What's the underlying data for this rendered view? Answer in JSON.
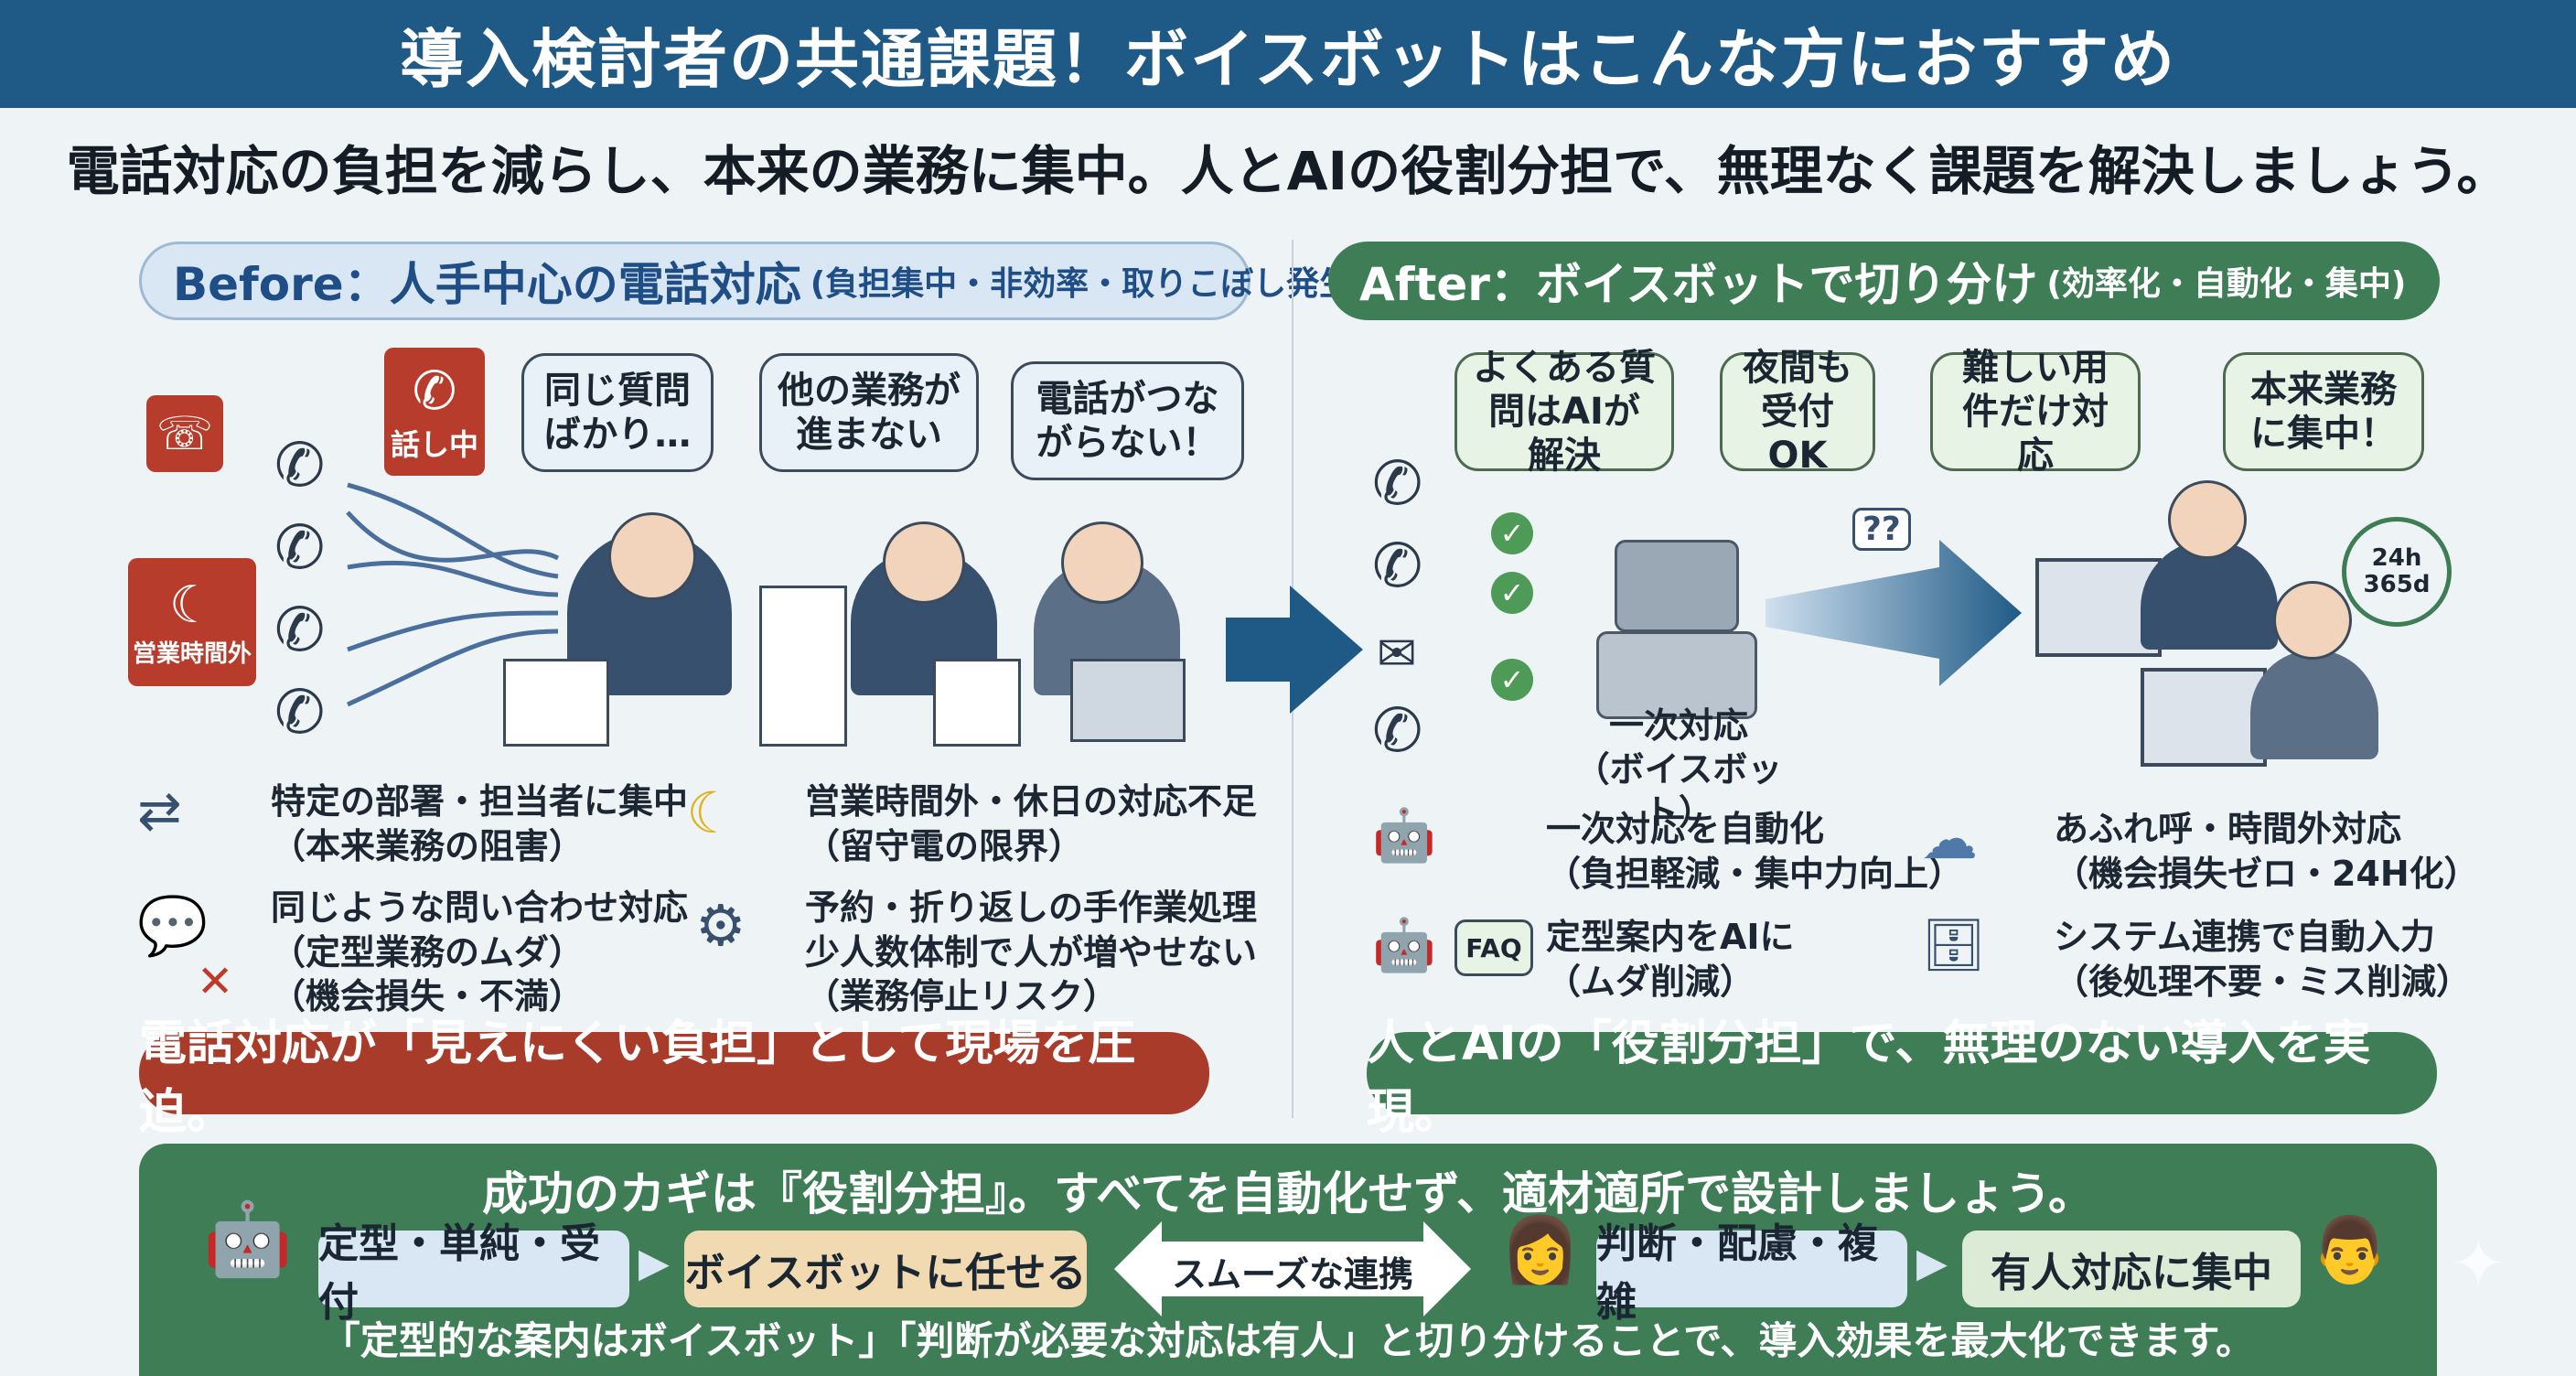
{
  "title": "導入検討者の共通課題！ボイスボットはこんな方におすすめ",
  "subtitle": "電話対応の負担を減らし、本来の業務に集中。人とAIの役割分担で、無理なく課題を解決しましょう。",
  "before": {
    "heading": "Before：人手中心の電話対応",
    "heading_sub": "(負担集中・非効率・取りこぼし発生)",
    "badge_busy": "話し中",
    "badge_after_hours": "営業時間外",
    "bubbles": [
      "同じ質問ばかり…",
      "他の業務が進まない",
      "電話がつながらない！"
    ],
    "features": [
      {
        "title": "特定の部署・担当者に集中",
        "sub": "（本来業務の阻害）",
        "icon": "person-arrows-icon"
      },
      {
        "title": "営業時間外・休日の対応不足",
        "sub": "（留守電の限界）",
        "icon": "moon-icon"
      },
      {
        "title": "同じような問い合わせ対応",
        "sub": "（定型業務のムダ）",
        "sub2": "（機会損失・不満）",
        "icon": "chat-icon"
      },
      {
        "title": "予約・折り返しの手作業処理",
        "title2": "少人数体制で人が増やせない",
        "sub": "（業務停止リスク）",
        "icon": "people-gear-icon"
      }
    ],
    "banner": "電話対応が「見えにくい負担」として現場を圧迫。"
  },
  "after": {
    "heading": "After：ボイスボットで切り分け",
    "heading_sub": "(効率化・自動化・集中)",
    "bubbles": [
      "よくある質問はAIが解決",
      "夜間も受付OK",
      "難しい用件だけ対応",
      "本来業務に集中！"
    ],
    "robot_label": "一次対応\n（ボイスボット）",
    "badge_247": "24h\n365d",
    "features": [
      {
        "title": "一次対応を自動化",
        "sub": "（負担軽減・集中力向上）",
        "icon": "robot-person-icon"
      },
      {
        "title": "あふれ呼・時間外対応",
        "sub": "（機会損失ゼロ・24H化）",
        "icon": "cloud-icon"
      },
      {
        "title": "定型案内をAIに",
        "sub": "（ムダ削減）",
        "icon": "faq-robot-icon"
      },
      {
        "title": "システム連携で自動入力",
        "sub": "（後処理不要・ミス削減）",
        "icon": "database-icon"
      }
    ],
    "faq": "FAQ",
    "banner": "人とAIの「役割分担」で、無理のない導入を実現。"
  },
  "bottom": {
    "key_title": "成功のカギは『役割分担』。すべてを自動化せず、適材適所で設計しましょう。",
    "chips": [
      "定型・単純・受付",
      "ボイスボットに任せる",
      "スムーズな連携",
      "判断・配慮・複雑",
      "有人対応に集中"
    ],
    "note": "「定型的な案内はボイスボット」「判断が必要な対応は有人」と切り分けることで、導入効果を最大化できます。"
  },
  "colors": {
    "title_bar": "#1f5a86",
    "before_red": "#a83b2a",
    "after_green": "#3f7d57",
    "arrow_blue": "#1f5a86"
  }
}
